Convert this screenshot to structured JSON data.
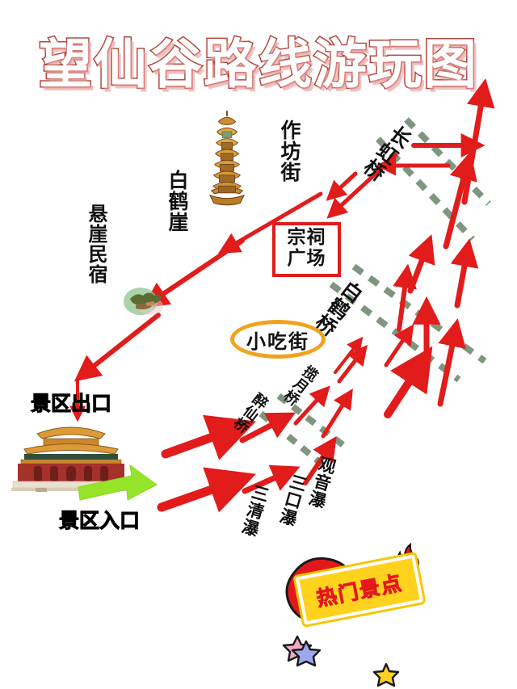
{
  "page": {
    "title": "望仙谷路线游玩图",
    "background": "#ffffff",
    "colors": {
      "title_outline": "#b5483f",
      "title_fill": "#ffffff",
      "route_arrow": "#e21b1b",
      "bridge_dash": "#7f957f",
      "entrance_arrow": "#96e42a",
      "oval_border": "#f0a21e",
      "box_border": "#e21b1b",
      "badge_bg": "#ffd21e",
      "badge_text": "#e4171a"
    }
  },
  "labels": {
    "zuofangjie": "作坊街",
    "baiheya": "白鹤崖",
    "xuanya_minsu": "悬崖民宿",
    "zongci_guangchang": "宗祠广场",
    "changhongqiao": "长虹桥",
    "baiheqiao": "白鹤桥",
    "xiaochijie": "小吃街",
    "lanyueqiao": "揽月桥",
    "zuixianqiao": "醉仙桥",
    "sanqingpu": "三清瀑",
    "sankoupu": "三口瀑",
    "guanyinpu": "观音瀑",
    "jingqu_chukou": "景区出口",
    "jingqu_rukou": "景区入口",
    "remen_jingdian": "热门景点"
  },
  "icons": {
    "pagoda": "pagoda-tower-icon",
    "gate": "palace-gate-icon",
    "homestay": "homestay-bush-icon",
    "curl_arrow": "red-curl-arrow-icon",
    "star_pink": "star-pink-icon",
    "star_blue": "star-blue-icon",
    "star_yellow": "star-yellow-icon",
    "flame": "red-flame-icon"
  },
  "route": {
    "entrance_label": "景区入口",
    "exit_label": "景区出口",
    "stops_in_order": [
      "景区入口",
      "三清瀑",
      "三口瀑",
      "醉仙桥",
      "观音瀑",
      "揽月桥",
      "白鹤桥",
      "长虹桥",
      "宗祠广场",
      "作坊街",
      "白鹤崖",
      "悬崖民宿",
      "景区出口"
    ],
    "bridges": [
      "长虹桥",
      "白鹤桥",
      "揽月桥",
      "醉仙桥"
    ],
    "waterfalls": [
      "三清瀑",
      "三口瀑",
      "观音瀑"
    ],
    "highlight_badge": "热门景点"
  }
}
